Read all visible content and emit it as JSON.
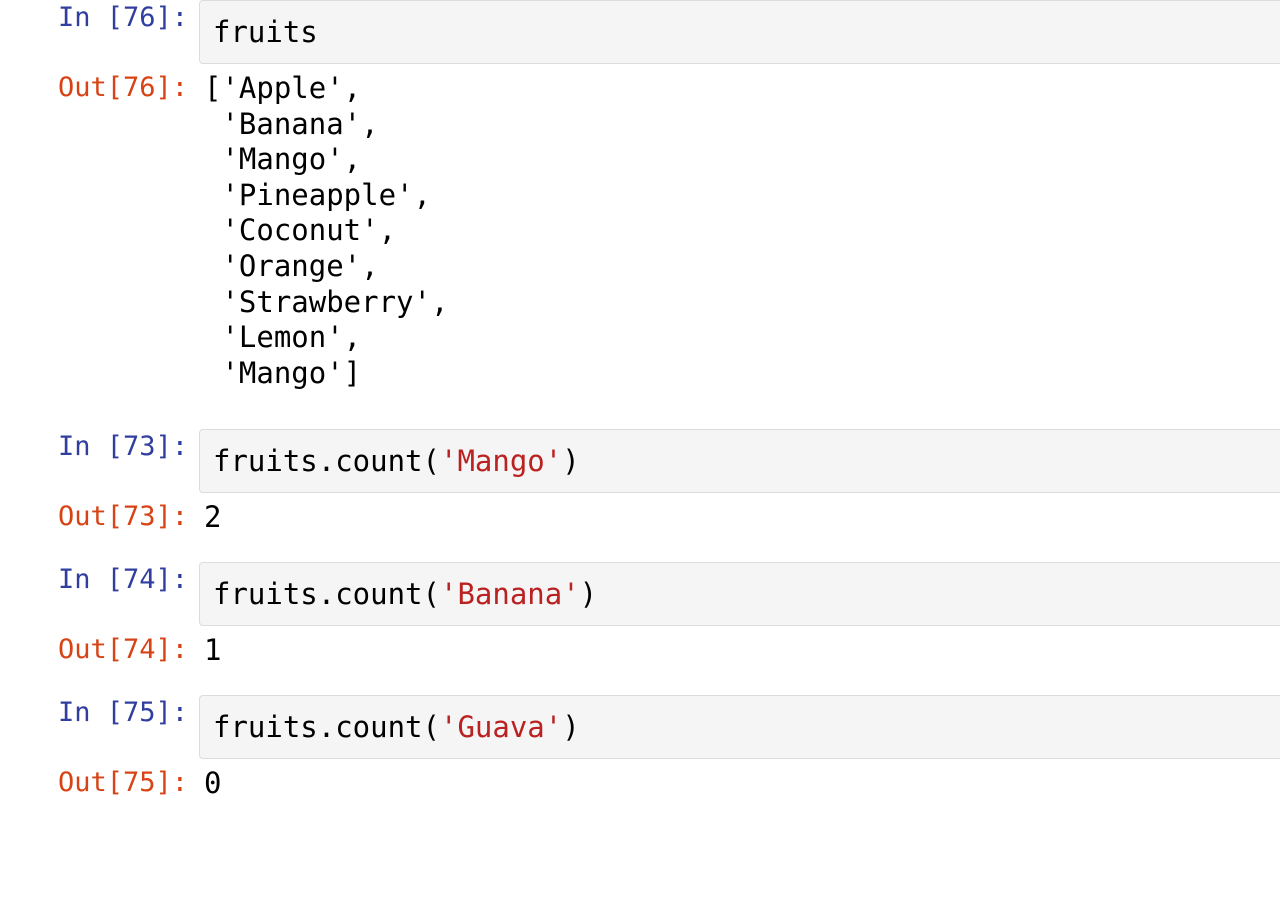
{
  "colors": {
    "page_background": "#FFFFFF",
    "input_cell_background": "#F5F5F5",
    "input_cell_border": "#DCDCDC",
    "in_prompt": "#303F9F",
    "out_prompt": "#D84315",
    "code_text": "#000000",
    "string_literal": "#BA2121"
  },
  "cells": [
    {
      "in_prompt": "In [76]:",
      "code_prefix": "fruits",
      "code_string": "",
      "code_suffix": "",
      "out_prompt": "Out[76]:",
      "output": "['Apple',\n 'Banana',\n 'Mango',\n 'Pineapple',\n 'Coconut',\n 'Orange',\n 'Strawberry',\n 'Lemon',\n 'Mango']",
      "output_list": [
        "'Apple'",
        "'Banana'",
        "'Mango'",
        "'Pineapple'",
        "'Coconut'",
        "'Orange'",
        "'Strawberry'",
        "'Lemon'",
        "'Mango'"
      ]
    },
    {
      "in_prompt": "In [73]:",
      "code_prefix": "fruits.count(",
      "code_string": "'Mango'",
      "code_suffix": ")",
      "out_prompt": "Out[73]:",
      "output": "2"
    },
    {
      "in_prompt": "In [74]:",
      "code_prefix": "fruits.count(",
      "code_string": "'Banana'",
      "code_suffix": ")",
      "out_prompt": "Out[74]:",
      "output": "1"
    },
    {
      "in_prompt": "In [75]:",
      "code_prefix": "fruits.count(",
      "code_string": "'Guava'",
      "code_suffix": ")",
      "out_prompt": "Out[75]:",
      "output": "0"
    }
  ]
}
